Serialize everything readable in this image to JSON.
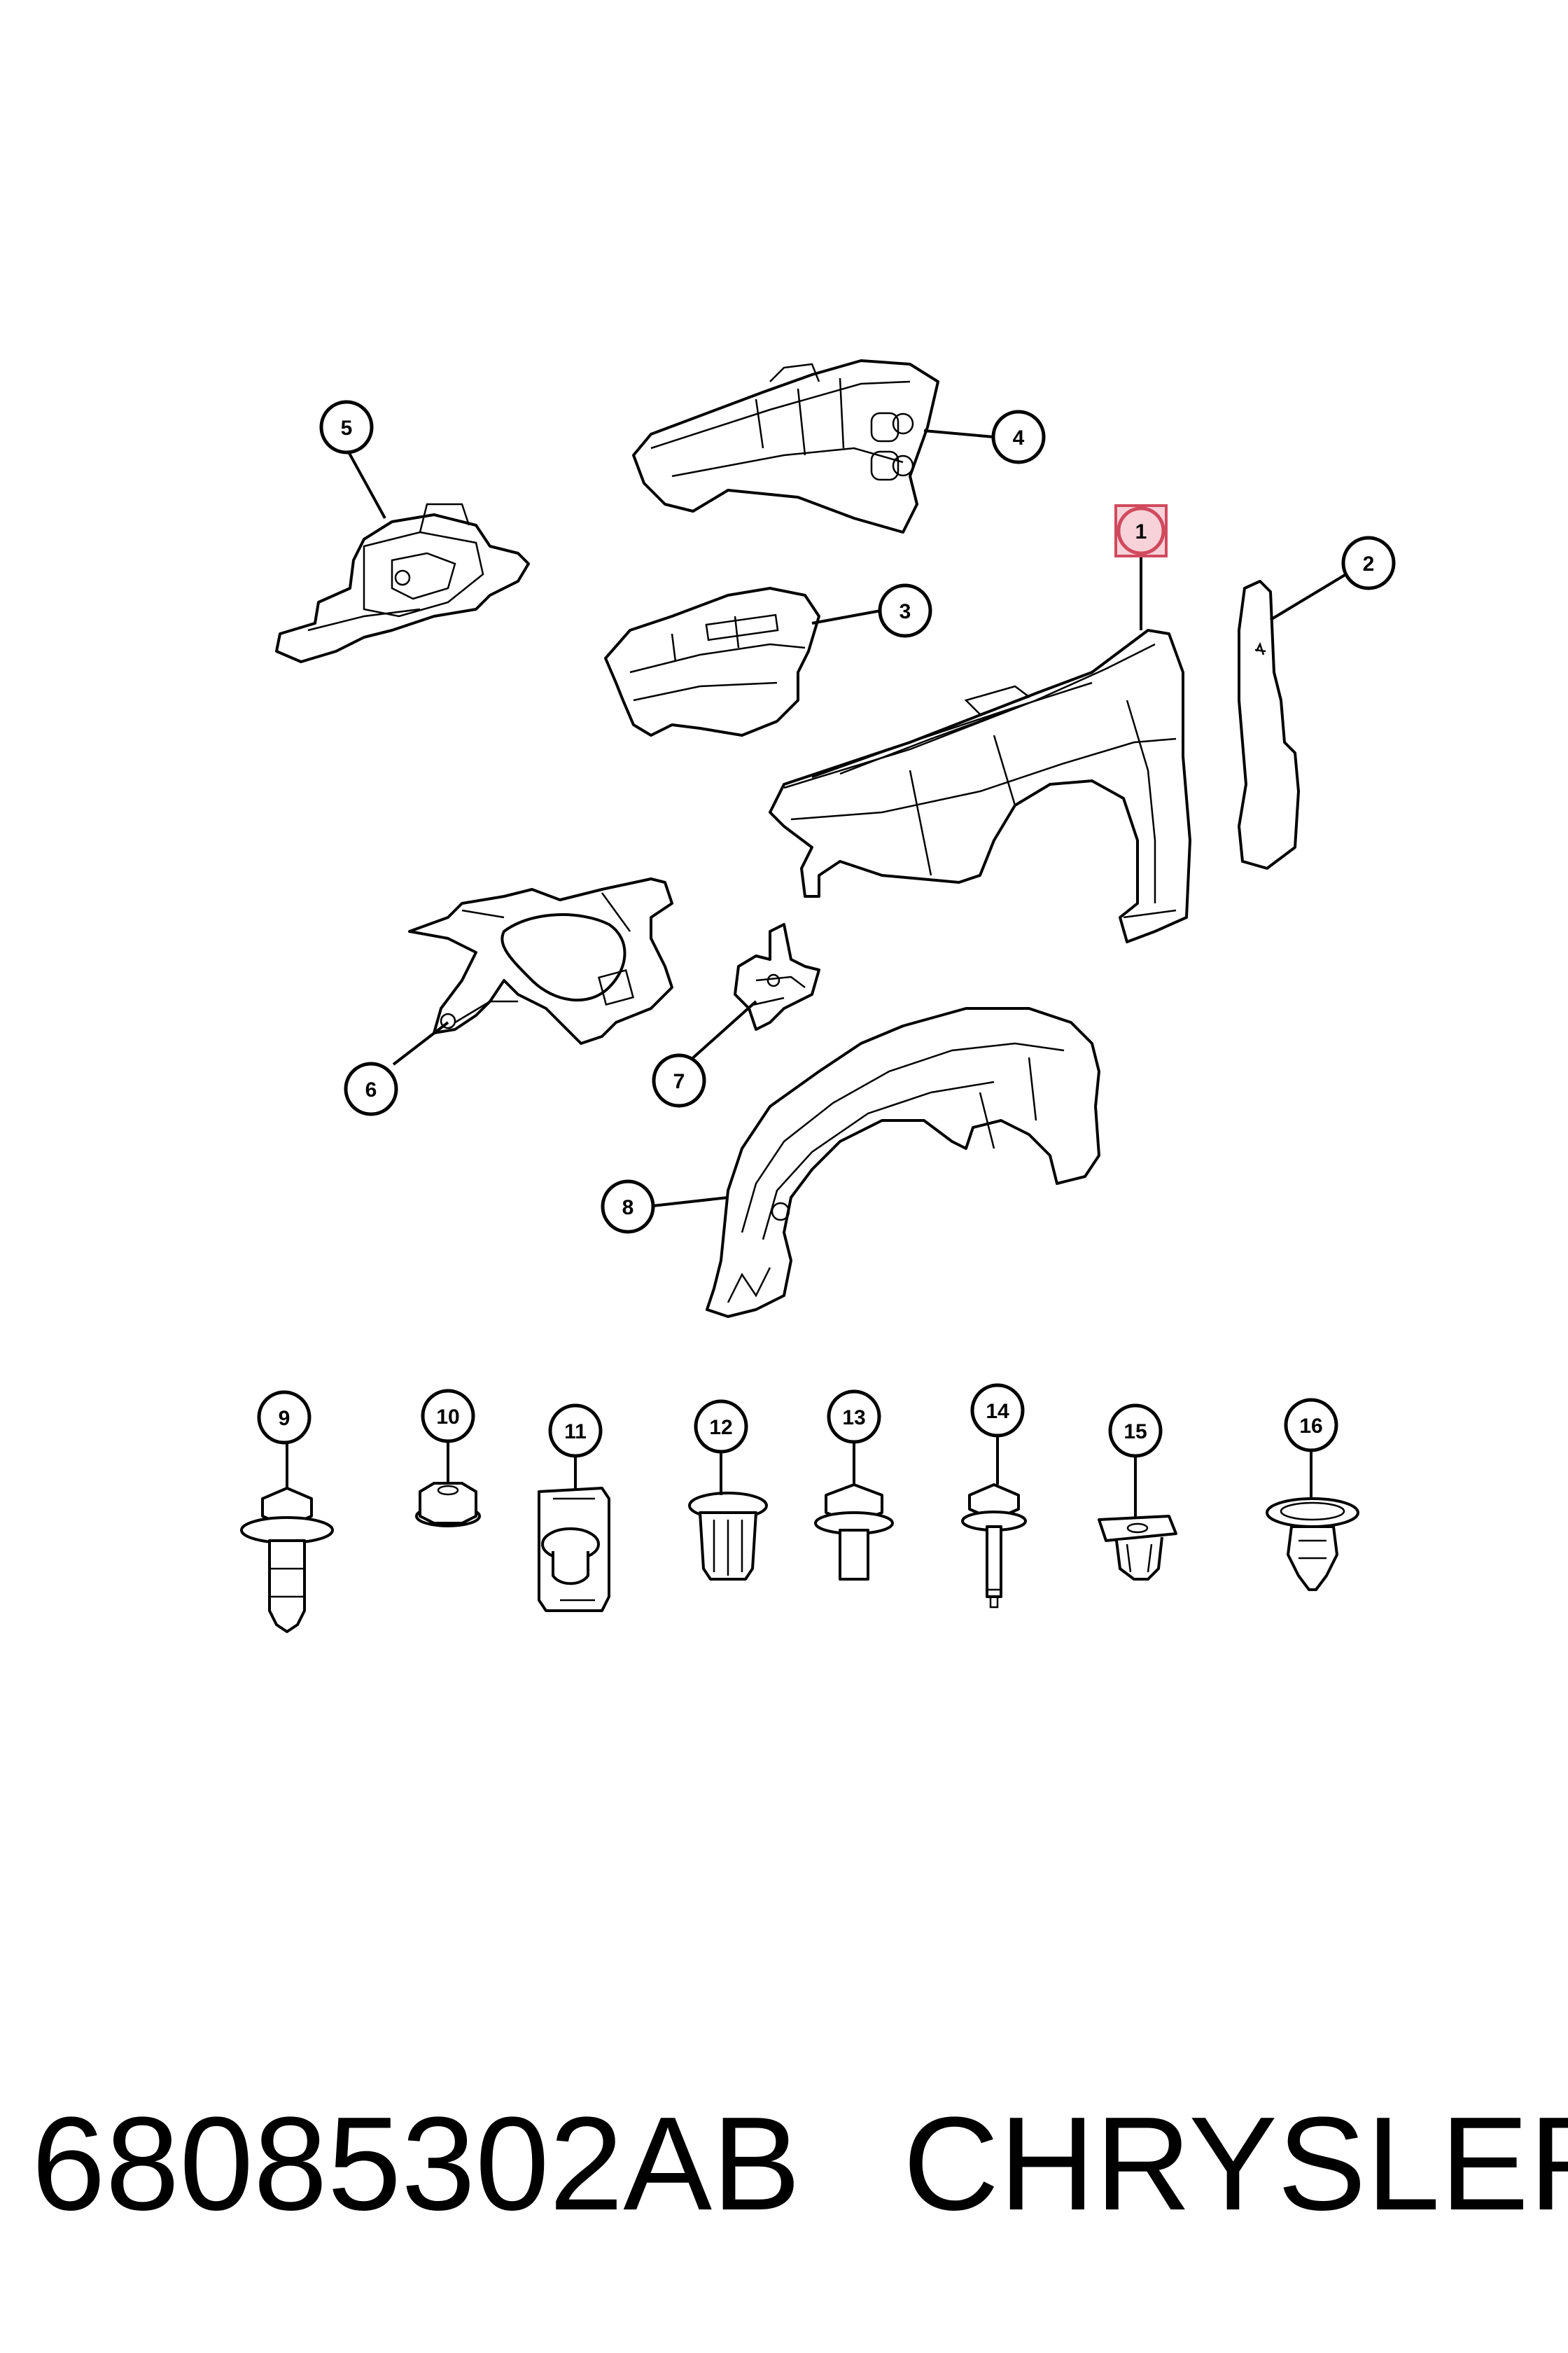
{
  "callouts": [
    "1",
    "2",
    "3",
    "4",
    "5",
    "6",
    "7",
    "8",
    "9",
    "10",
    "11",
    "12",
    "13",
    "14",
    "15",
    "16"
  ],
  "highlighted_callout": "1",
  "footer": {
    "part_number": "68085302AB",
    "brand": "CHRYSLER"
  },
  "colors": {
    "highlight_fill": "#f7d3d9",
    "highlight_stroke": "#d04a5e",
    "line": "#000000",
    "background": "#ffffff"
  }
}
